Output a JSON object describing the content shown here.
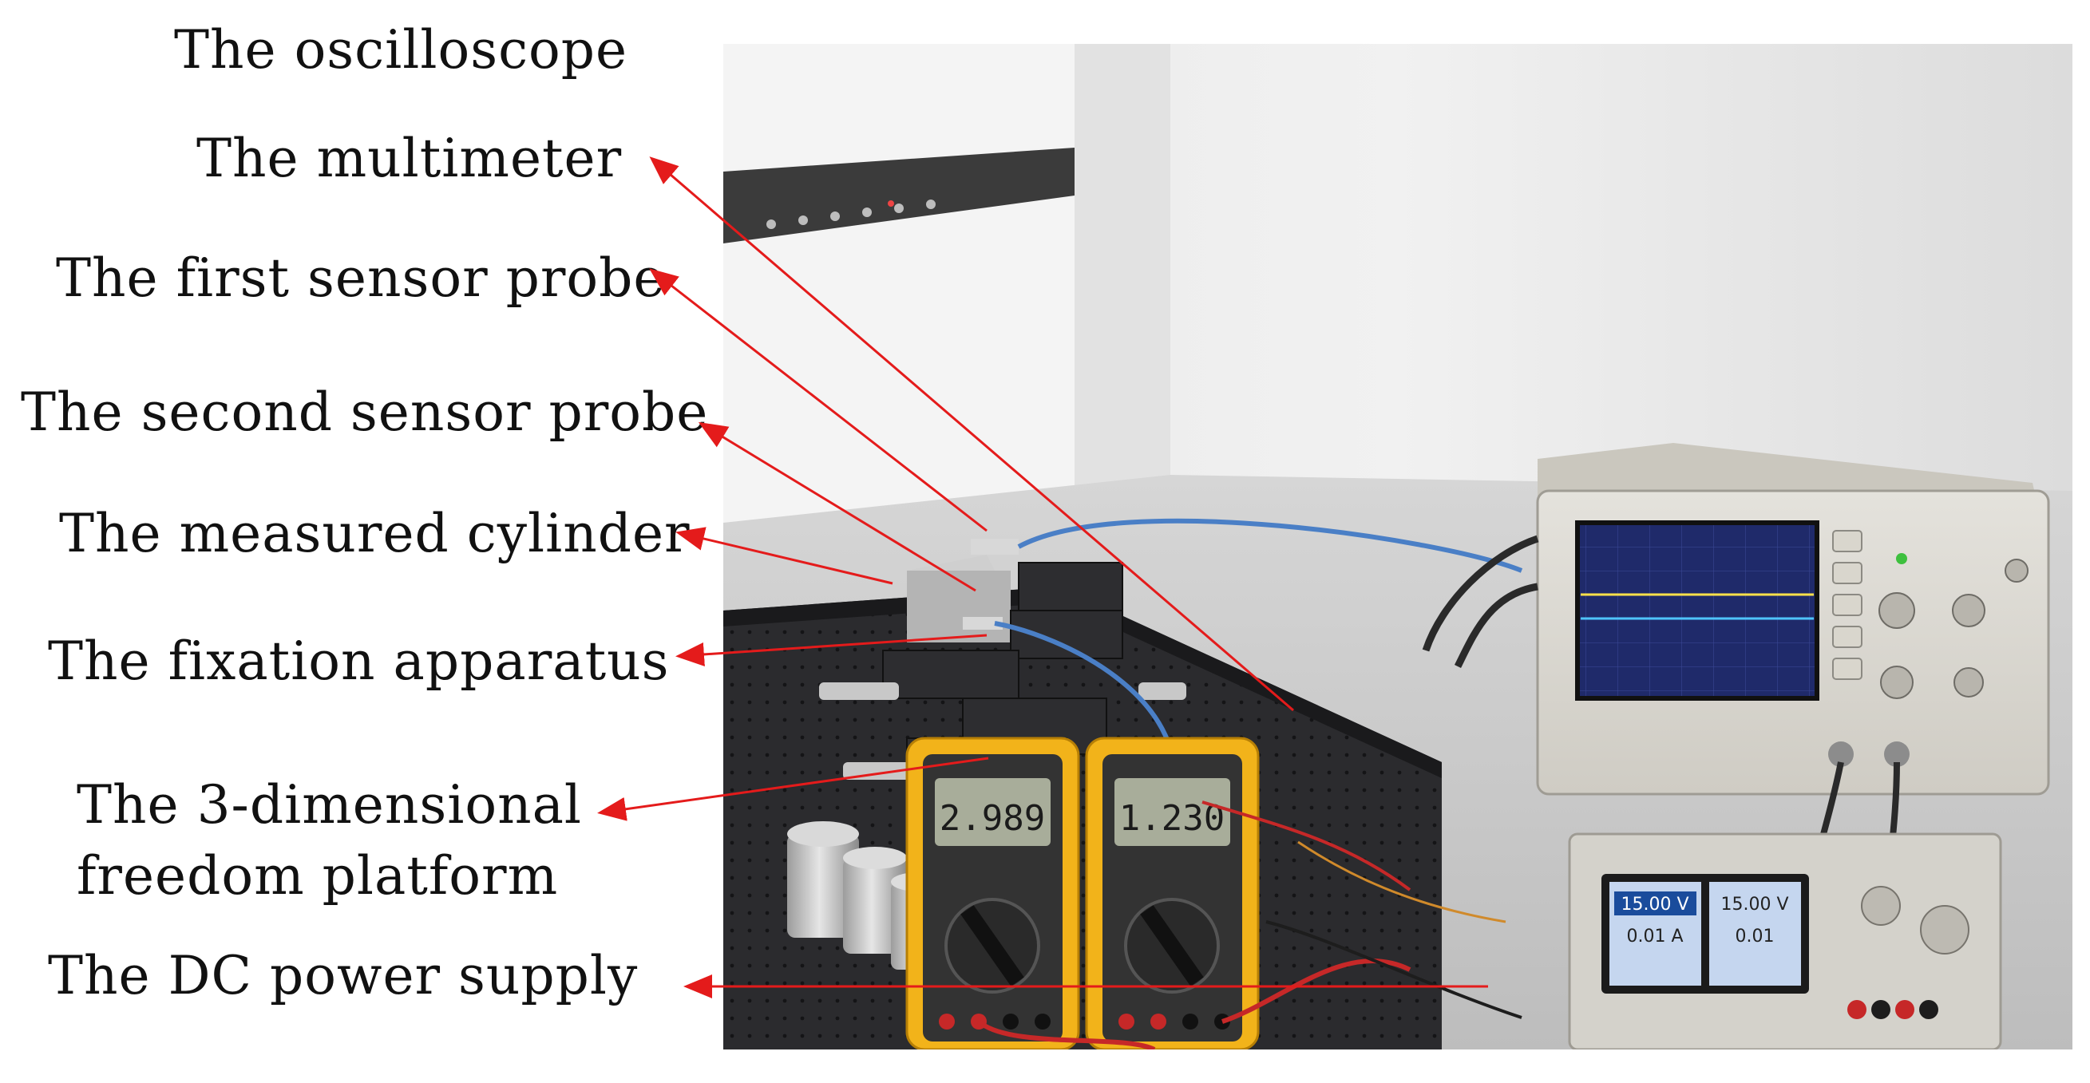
{
  "labels": {
    "oscilloscope": "The oscilloscope",
    "multimeter": "The multimeter",
    "first_probe": "The first sensor probe",
    "second_probe": "The second sensor probe",
    "cylinder": "The measured cylinder",
    "fixation": "The fixation apparatus",
    "platform_line1": "The 3-dimensional",
    "platform_line2": "freedom platform",
    "power_supply": "The DC power supply"
  },
  "instruments": {
    "multimeter_left_reading": "2.989",
    "multimeter_right_reading": "1.230",
    "psu_left_voltage": "15.00 V",
    "psu_left_current": "0.01 A",
    "psu_right_voltage": "15.00 V",
    "psu_right_current": "0.01"
  },
  "colors": {
    "arrow": "#e41b1b",
    "multimeter_body": "#f2b31a",
    "table_plate": "#2b2b2e"
  }
}
